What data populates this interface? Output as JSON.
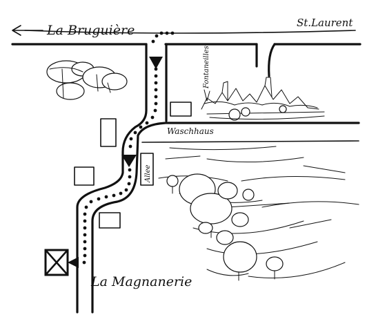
{
  "map": {
    "labels": {
      "west_destination": "La Bruguière",
      "east_destination": "St.Laurent",
      "street_vertical": "Fontaneilles",
      "wash_house": "Waschhaus",
      "lane_sign": "Allee",
      "destination": "La Magnanerie"
    },
    "icons": {
      "west_arrow": "arrow-left-icon",
      "route_arrow_north": "arrow-down-icon",
      "route_arrow_middle": "arrow-down-icon",
      "destination_marker": "crossed-box-icon"
    },
    "colors": {
      "ink": "#111111",
      "paper": "#ffffff"
    }
  }
}
